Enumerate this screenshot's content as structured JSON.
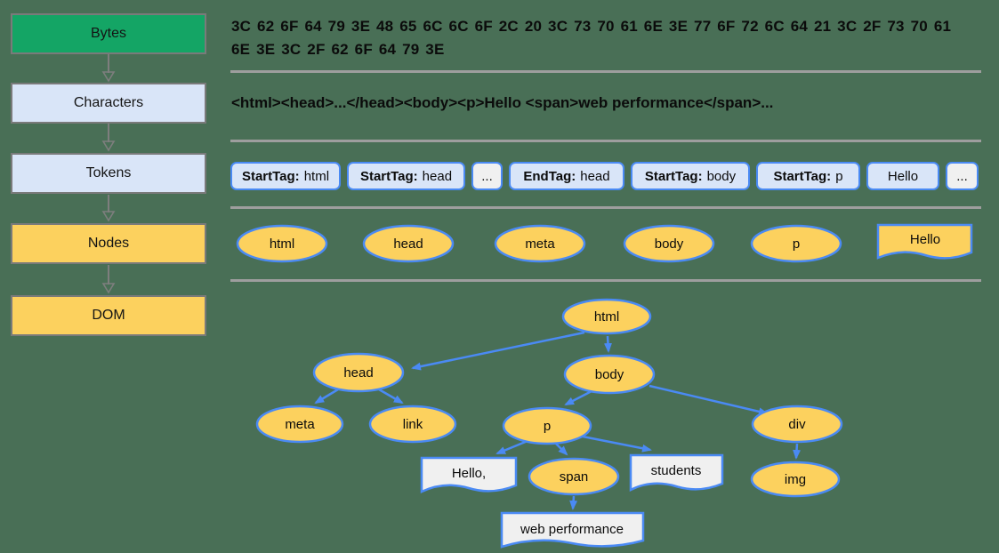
{
  "colors": {
    "background": "#496F56",
    "bytes_box_green": "#14A565",
    "light_blue_box": "#D9E5F8",
    "yellow_box": "#FCD15E",
    "box_border_gray": "#7A7A7A",
    "separator_gray": "#9E9E9E",
    "accent_blue": "#4A8AF4",
    "text_node_fill": "#F0F0F0"
  },
  "pipeline": {
    "stages": [
      {
        "label": "Bytes"
      },
      {
        "label": "Characters"
      },
      {
        "label": "Tokens"
      },
      {
        "label": "Nodes"
      },
      {
        "label": "DOM"
      }
    ]
  },
  "bytes_row": {
    "line1": "3C 62 6F 64 79 3E 48 65 6C 6C 6F 2C 20 3C 73 70 61 6E 3E 77 6F 72 6C 64 21 3C 2F 73 70 61",
    "line2": "6E 3E 3C 2F 62 6F 64 79 3E"
  },
  "characters_row": {
    "text": "<html><head>...</head><body><p>Hello <span>web performance</span>..."
  },
  "tokens_row": {
    "tokens": [
      {
        "label": "StartTag:",
        "value": "html"
      },
      {
        "label": "StartTag:",
        "value": "head"
      },
      {
        "label": "",
        "value": "..."
      },
      {
        "label": "EndTag:",
        "value": "head"
      },
      {
        "label": "StartTag:",
        "value": "body"
      },
      {
        "label": "StartTag:",
        "value": "p"
      },
      {
        "label": "",
        "value": "Hello"
      },
      {
        "label": "",
        "value": "..."
      }
    ]
  },
  "nodes_row": {
    "nodes": [
      "html",
      "head",
      "meta",
      "body",
      "p"
    ],
    "text_node": "Hello"
  },
  "dom_tree": {
    "html": "html",
    "head": "head",
    "body": "body",
    "meta": "meta",
    "link": "link",
    "p": "p",
    "div": "div",
    "span": "span",
    "img": "img",
    "text_hello": "Hello,",
    "text_students": "students",
    "text_webperf": "web performance"
  }
}
